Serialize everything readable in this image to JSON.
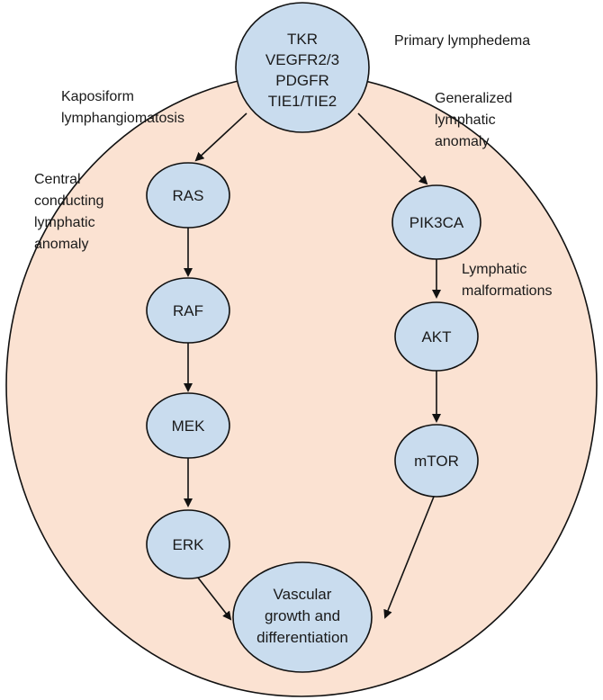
{
  "colors": {
    "outer_fill": "#fbe2d2",
    "node_fill": "#c9dcee",
    "stroke": "#111111"
  },
  "top_node": {
    "lines": [
      "TKR",
      "VEGFR2/3",
      "PDGFR",
      "TIE1/TIE2"
    ]
  },
  "left_pathway": {
    "nodes": [
      "RAS",
      "RAF",
      "MEK",
      "ERK"
    ]
  },
  "right_pathway": {
    "nodes": [
      "PIK3CA",
      "AKT",
      "mTOR"
    ]
  },
  "bottom_node": {
    "lines": [
      "Vascular",
      "growth and",
      "differentiation"
    ]
  },
  "annotations": {
    "primary_lymphedema": [
      "Primary lymphedema"
    ],
    "kaposiform": [
      "Kaposiform",
      "lymphangiomatosis"
    ],
    "generalized": [
      "Generalized",
      "lymphatic",
      "anomaly"
    ],
    "central_conducting": [
      "Central",
      "conducting",
      "lymphatic",
      "anomaly"
    ],
    "lymphatic_malformations": [
      "Lymphatic",
      "malformations"
    ]
  }
}
